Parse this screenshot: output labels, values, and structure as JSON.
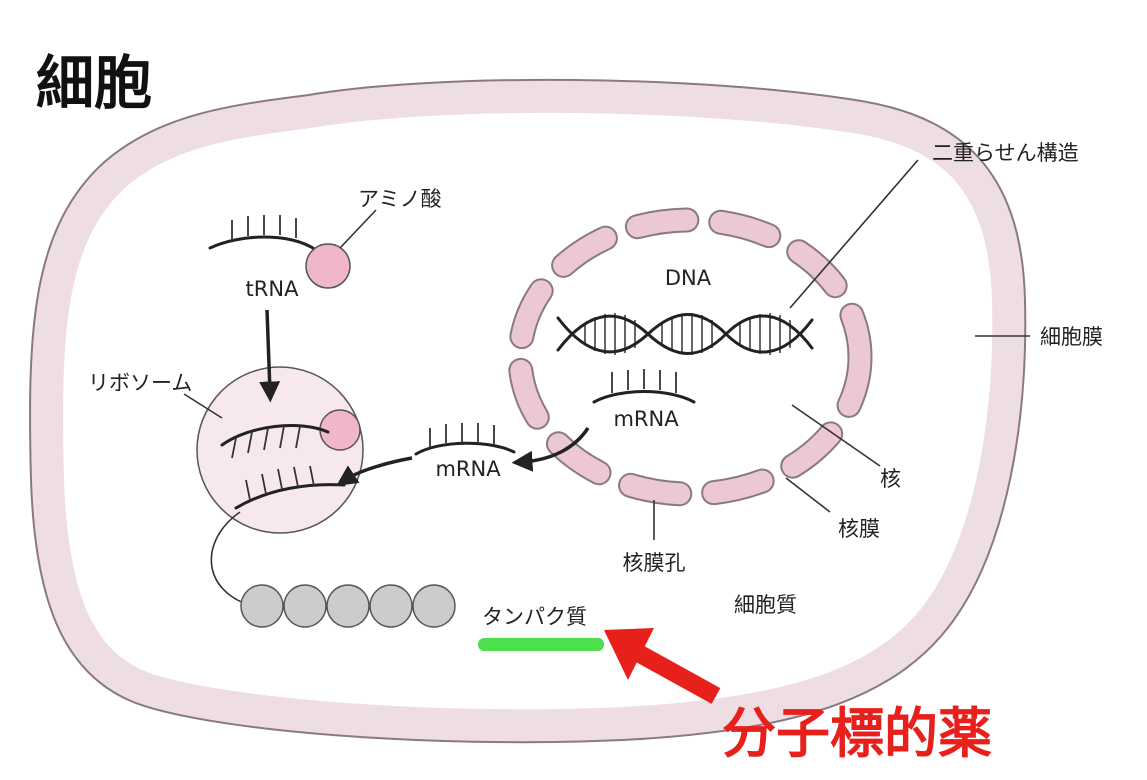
{
  "title": "細胞",
  "annotation": "分子標的薬",
  "labels": {
    "amino_acid": "アミノ酸",
    "trna": "tRNA",
    "ribosome": "リボソーム",
    "mrna_cytoplasm": "mRNA",
    "dna": "DNA",
    "mrna_nucleus": "mRNA",
    "double_helix": "二重らせん構造",
    "cell_membrane": "細胞膜",
    "nucleus": "核",
    "nuclear_membrane": "核膜",
    "nuclear_pore": "核膜孔",
    "cytoplasm": "細胞質",
    "protein": "タンパク質"
  },
  "colors": {
    "membrane_fill": "#efdde4",
    "membrane_stroke": "#8a7a80",
    "nuclear_segment": "#ecc8d3",
    "amino_acid": "#efb7c7",
    "ribosome_fill": "#f7e8ee",
    "bead": "#cccccc",
    "protein_bar": "#4ddf4d",
    "annotation_red": "#e8201c"
  }
}
